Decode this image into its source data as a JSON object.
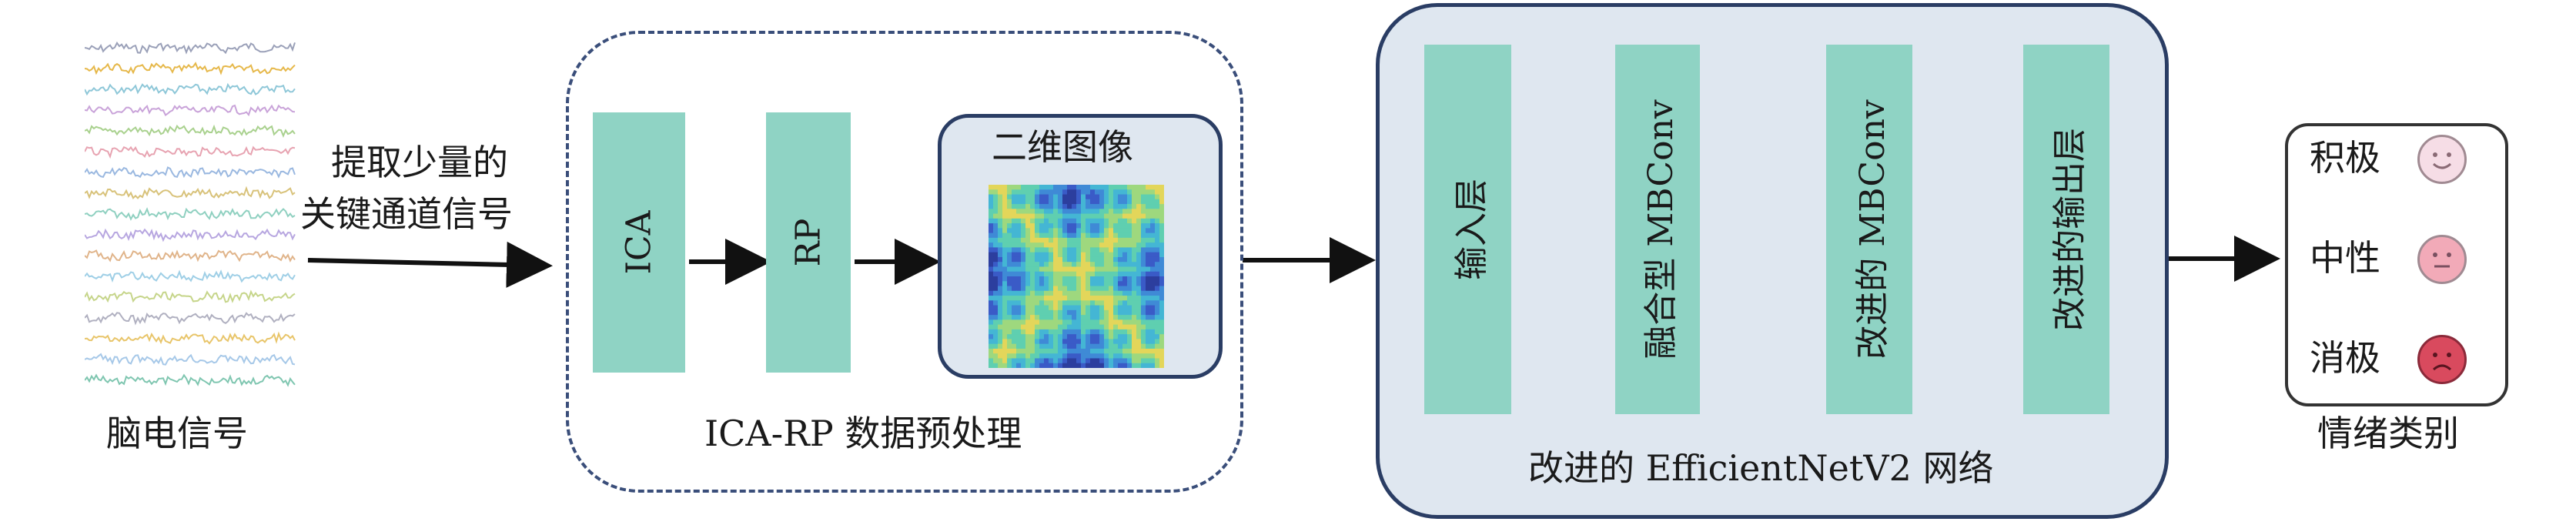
{
  "eeg": {
    "caption": "脑电信号"
  },
  "step1": {
    "line1": "提取少量的",
    "line2": "关键通道信号"
  },
  "preprocess": {
    "ica_label": "ICA",
    "rp_label": "RP",
    "image_title": "二维图像",
    "group_label": "ICA-RP 数据预处理"
  },
  "network": {
    "input_layer": "输入层",
    "fused_mbconv": "融合型 MBConv",
    "improved_mbconv": "改进的 MBConv",
    "improved_output": "改进的输出层",
    "group_label": "改进的 EfficientNetV2 网络"
  },
  "output": {
    "classes": [
      {
        "label": "积极",
        "face": "smiling-face-icon"
      },
      {
        "label": "中性",
        "face": "neutral-face-icon"
      },
      {
        "label": "消极",
        "face": "sad-face-icon"
      }
    ],
    "caption": "情绪类别"
  },
  "colors": {
    "block": "#8fd3c4",
    "panel": "#dfe7f0",
    "border": "#2a3d64"
  }
}
